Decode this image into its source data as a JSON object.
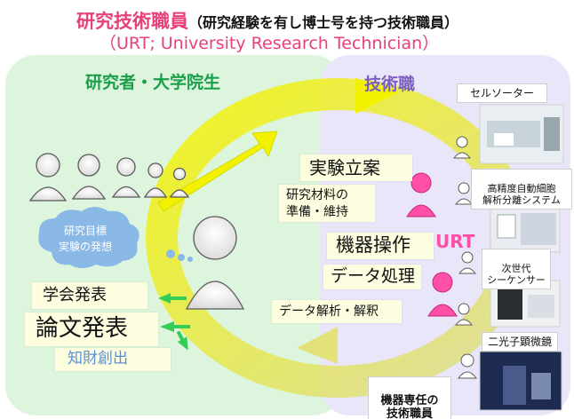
{
  "title": {
    "main": "研究技術職員",
    "paren": "（研究経験を有し博士号を持つ技術職員）",
    "sub": "（URT; University Research Technician）"
  },
  "left_panel": {
    "heading": "研究者・大学院生",
    "cloud": [
      "研究目標",
      "実験の発想"
    ],
    "outputs": [
      "学会発表",
      "論文発表",
      "知財創出"
    ]
  },
  "right_panel": {
    "heading": "技術職",
    "urt_label": "URT",
    "tasks": [
      "実験立案",
      "研究材料の",
      "準備・維持",
      "機器操作",
      "データ処理",
      "データ解析・解釈"
    ],
    "instruments": [
      {
        "name": "セルソーター"
      },
      {
        "name": "高精度自動細胞\n解析分離システム"
      },
      {
        "name": "次世代\nシーケンサー"
      },
      {
        "name": "二光子顕微鏡"
      }
    ],
    "dedicated": "機器専任の\n技術職員"
  },
  "colors": {
    "title": "#e8407a",
    "subtitle": "#e8407a",
    "left_heading": "#1aa04a",
    "right_heading": "#7b5fc0",
    "left_bg": "#ddf5dc",
    "right_bg": "#e8e6f8",
    "arrow_yellow": "#f2f200",
    "arrow_green": "#33cc55",
    "cloud_blue": "#8ab9e8",
    "urt_pink": "#ff4fa6"
  },
  "icons": [
    "person-icon",
    "cloud-icon",
    "arrow-icon"
  ]
}
